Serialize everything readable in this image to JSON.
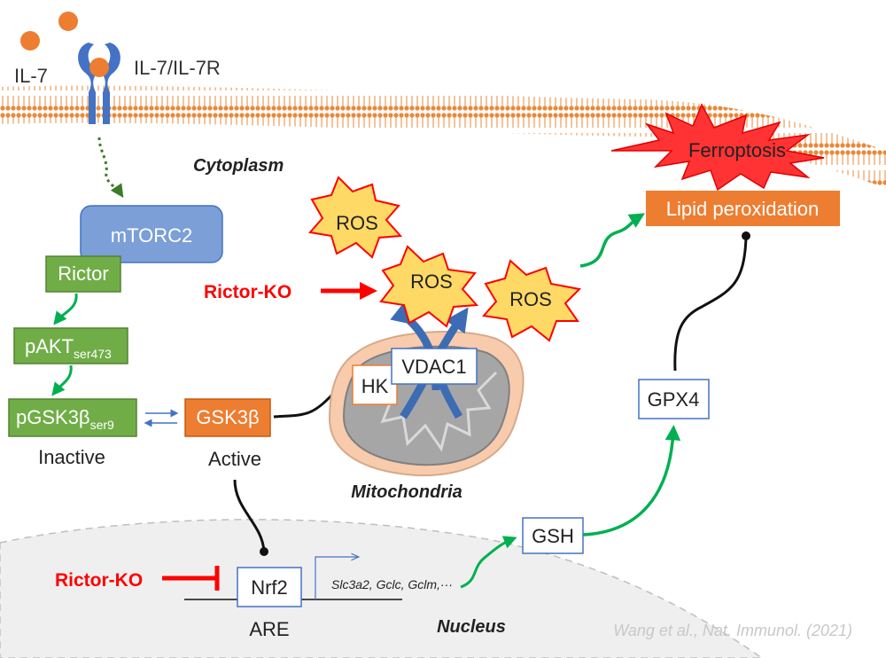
{
  "labels": {
    "il7": "IL-7",
    "il7r": "IL-7/IL-7R",
    "cytoplasm": "Cytoplasm",
    "mtorc2": "mTORC2",
    "rictor": "Rictor",
    "pakt_main": "pAKT",
    "pakt_sub": "ser473",
    "pgsk_main": "pGSK3β",
    "pgsk_sub": "ser9",
    "inactive": "Inactive",
    "gsk3b": "GSK3β",
    "active": "Active",
    "rictor_ko_top": "Rictor-KO",
    "rictor_ko_bottom": "Rictor-KO",
    "ros1": "ROS",
    "ros2": "ROS",
    "ros3": "ROS",
    "ferroptosis": "Ferroptosis",
    "lipid": "Lipid peroxidation",
    "vdac1": "VDAC1",
    "hk": "HK",
    "mitochondria": "Mitochondria",
    "gpx4": "GPX4",
    "gsh": "GSH",
    "nrf2": "Nrf2",
    "genes": "Slc3a2, Gclc, Gclm,···",
    "are": "ARE",
    "nucleus": "Nucleus",
    "citation": "Wang et al., Nat. Immunol. (2021)"
  },
  "colors": {
    "membrane": "#e8893a",
    "ligand": "#ed7d31",
    "receptor": "#4472c4",
    "mtorc2": "#7b9fd6",
    "green_box": "#70ad47",
    "orange_box": "#ed7d31",
    "red": "#ff0000",
    "ros_fill": "#ffd966",
    "green_arrow": "#00b050",
    "ferroptosis": "#ff3333",
    "blue_arrow": "#3c6cb4",
    "nucleus": "#efefef",
    "citation": "#c8c8c8"
  }
}
